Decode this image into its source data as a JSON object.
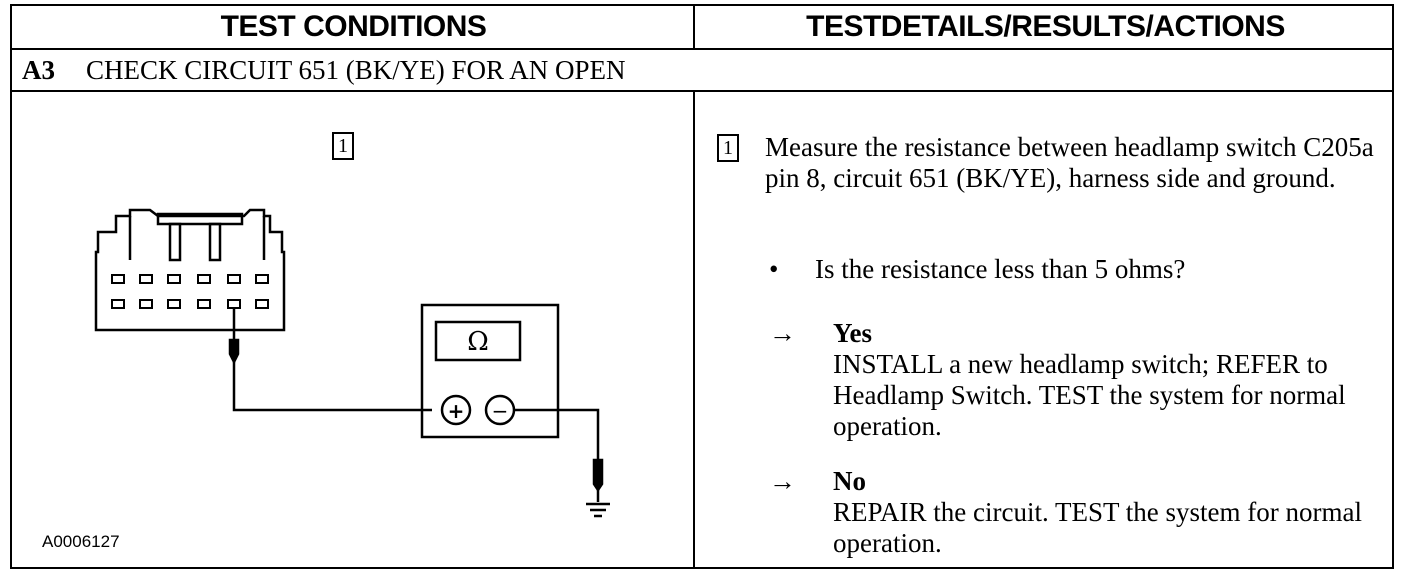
{
  "header": {
    "left": "TEST CONDITIONS",
    "right": "TESTDETAILS/RESULTS/ACTIONS"
  },
  "step": {
    "id": "A3",
    "title": "CHECK CIRCUIT 651 (BK/YE) FOR AN OPEN"
  },
  "diagram": {
    "callout": "1",
    "meter_symbol": "Ω",
    "plus_symbol": "+",
    "minus_symbol": "−",
    "figure_id": "A0006127"
  },
  "details": {
    "callout": "1",
    "instruction": "Measure the resistance between headlamp switch C205a pin 8, circuit 651 (BK/YE), harness side and ground.",
    "bullet": "•",
    "question": "Is the resistance less than 5 ohms?",
    "arrow": "→",
    "answers": [
      {
        "label": "Yes",
        "text": "INSTALL a new headlamp switch; REFER to Headlamp Switch. TEST the system for normal operation."
      },
      {
        "label": "No",
        "text": "REPAIR the circuit. TEST the system for normal operation."
      }
    ]
  }
}
